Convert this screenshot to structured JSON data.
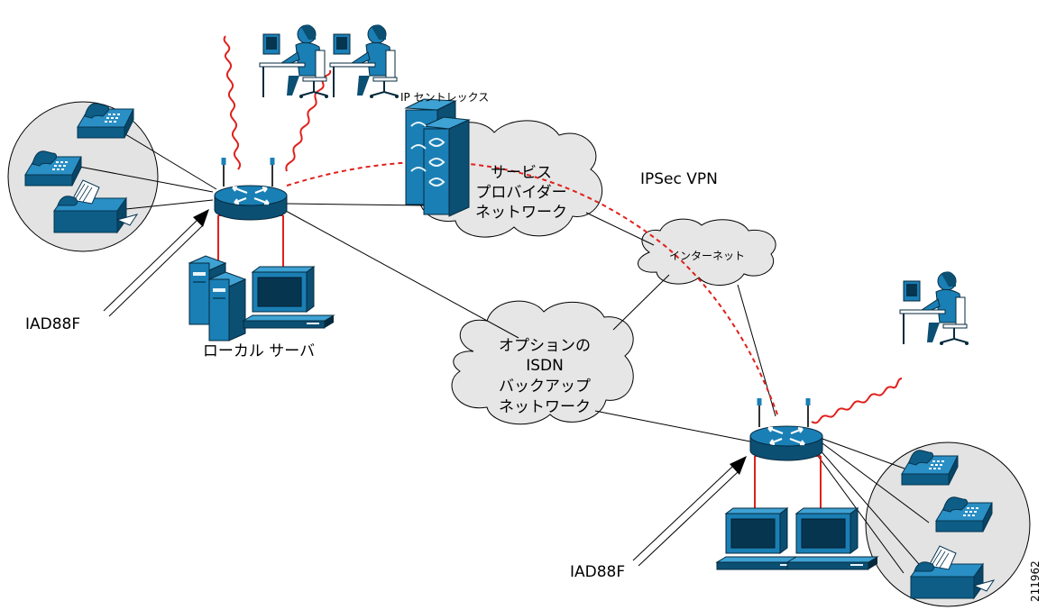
{
  "diagram": {
    "labels": {
      "ip_centrex": "IP セントレックス",
      "ipsec_vpn": "IPSec VPN",
      "internet": "インターネット",
      "local_server": "ローカル サーバ",
      "iad_left": "IAD88F",
      "iad_right": "IAD88F",
      "figure_number": "211962"
    },
    "sp_cloud_lines": [
      "サービス",
      "プロバイダー",
      "ネットワーク"
    ],
    "isdn_cloud_lines": [
      "オプションの",
      "ISDN",
      "バックアップ",
      "ネットワーク"
    ]
  },
  "colors": {
    "device_blue": "#1a7fb5",
    "device_dark": "#0b4f73",
    "link_red": "#e0201b",
    "cloud_fill": "#e6e6e6",
    "circle_fill": "#e3e3e3"
  },
  "icons": {
    "router": "router-icon",
    "telephone": "telephone-icon",
    "fax": "fax-icon",
    "server": "server-icon",
    "workstation": "workstation-icon",
    "user": "user-icon",
    "wireless": "wireless-signal-icon",
    "cloud": "cloud-icon"
  }
}
